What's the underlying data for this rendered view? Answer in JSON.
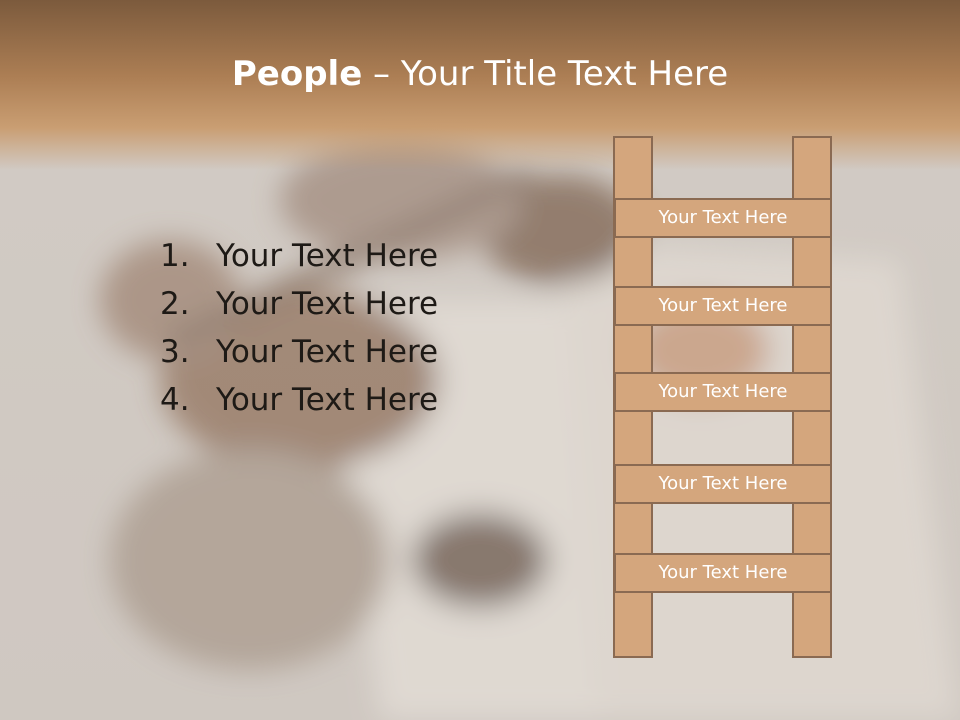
{
  "slide": {
    "title_bold": "People",
    "title_rest": " – Your Title Text Here",
    "list_items": [
      {
        "number": "1.",
        "text": "Your Text Here"
      },
      {
        "number": "2.",
        "text": "Your Text Here"
      },
      {
        "number": "3.",
        "text": "Your Text Here"
      },
      {
        "number": "4.",
        "text": "Your Text Here"
      }
    ],
    "ladder_rungs": [
      "Your Text Here",
      "Your Text Here",
      "Your Text Here",
      "Your Text Here",
      "Your Text Here"
    ]
  },
  "colors": {
    "header": "#9c7048",
    "ladder_fill": "#d4a67d",
    "ladder_border": "#8a6a52",
    "title_text": "#ffffff",
    "body_text": "#1e1a16"
  },
  "background": {
    "description_icon": "violin-sheet-music-photo"
  }
}
